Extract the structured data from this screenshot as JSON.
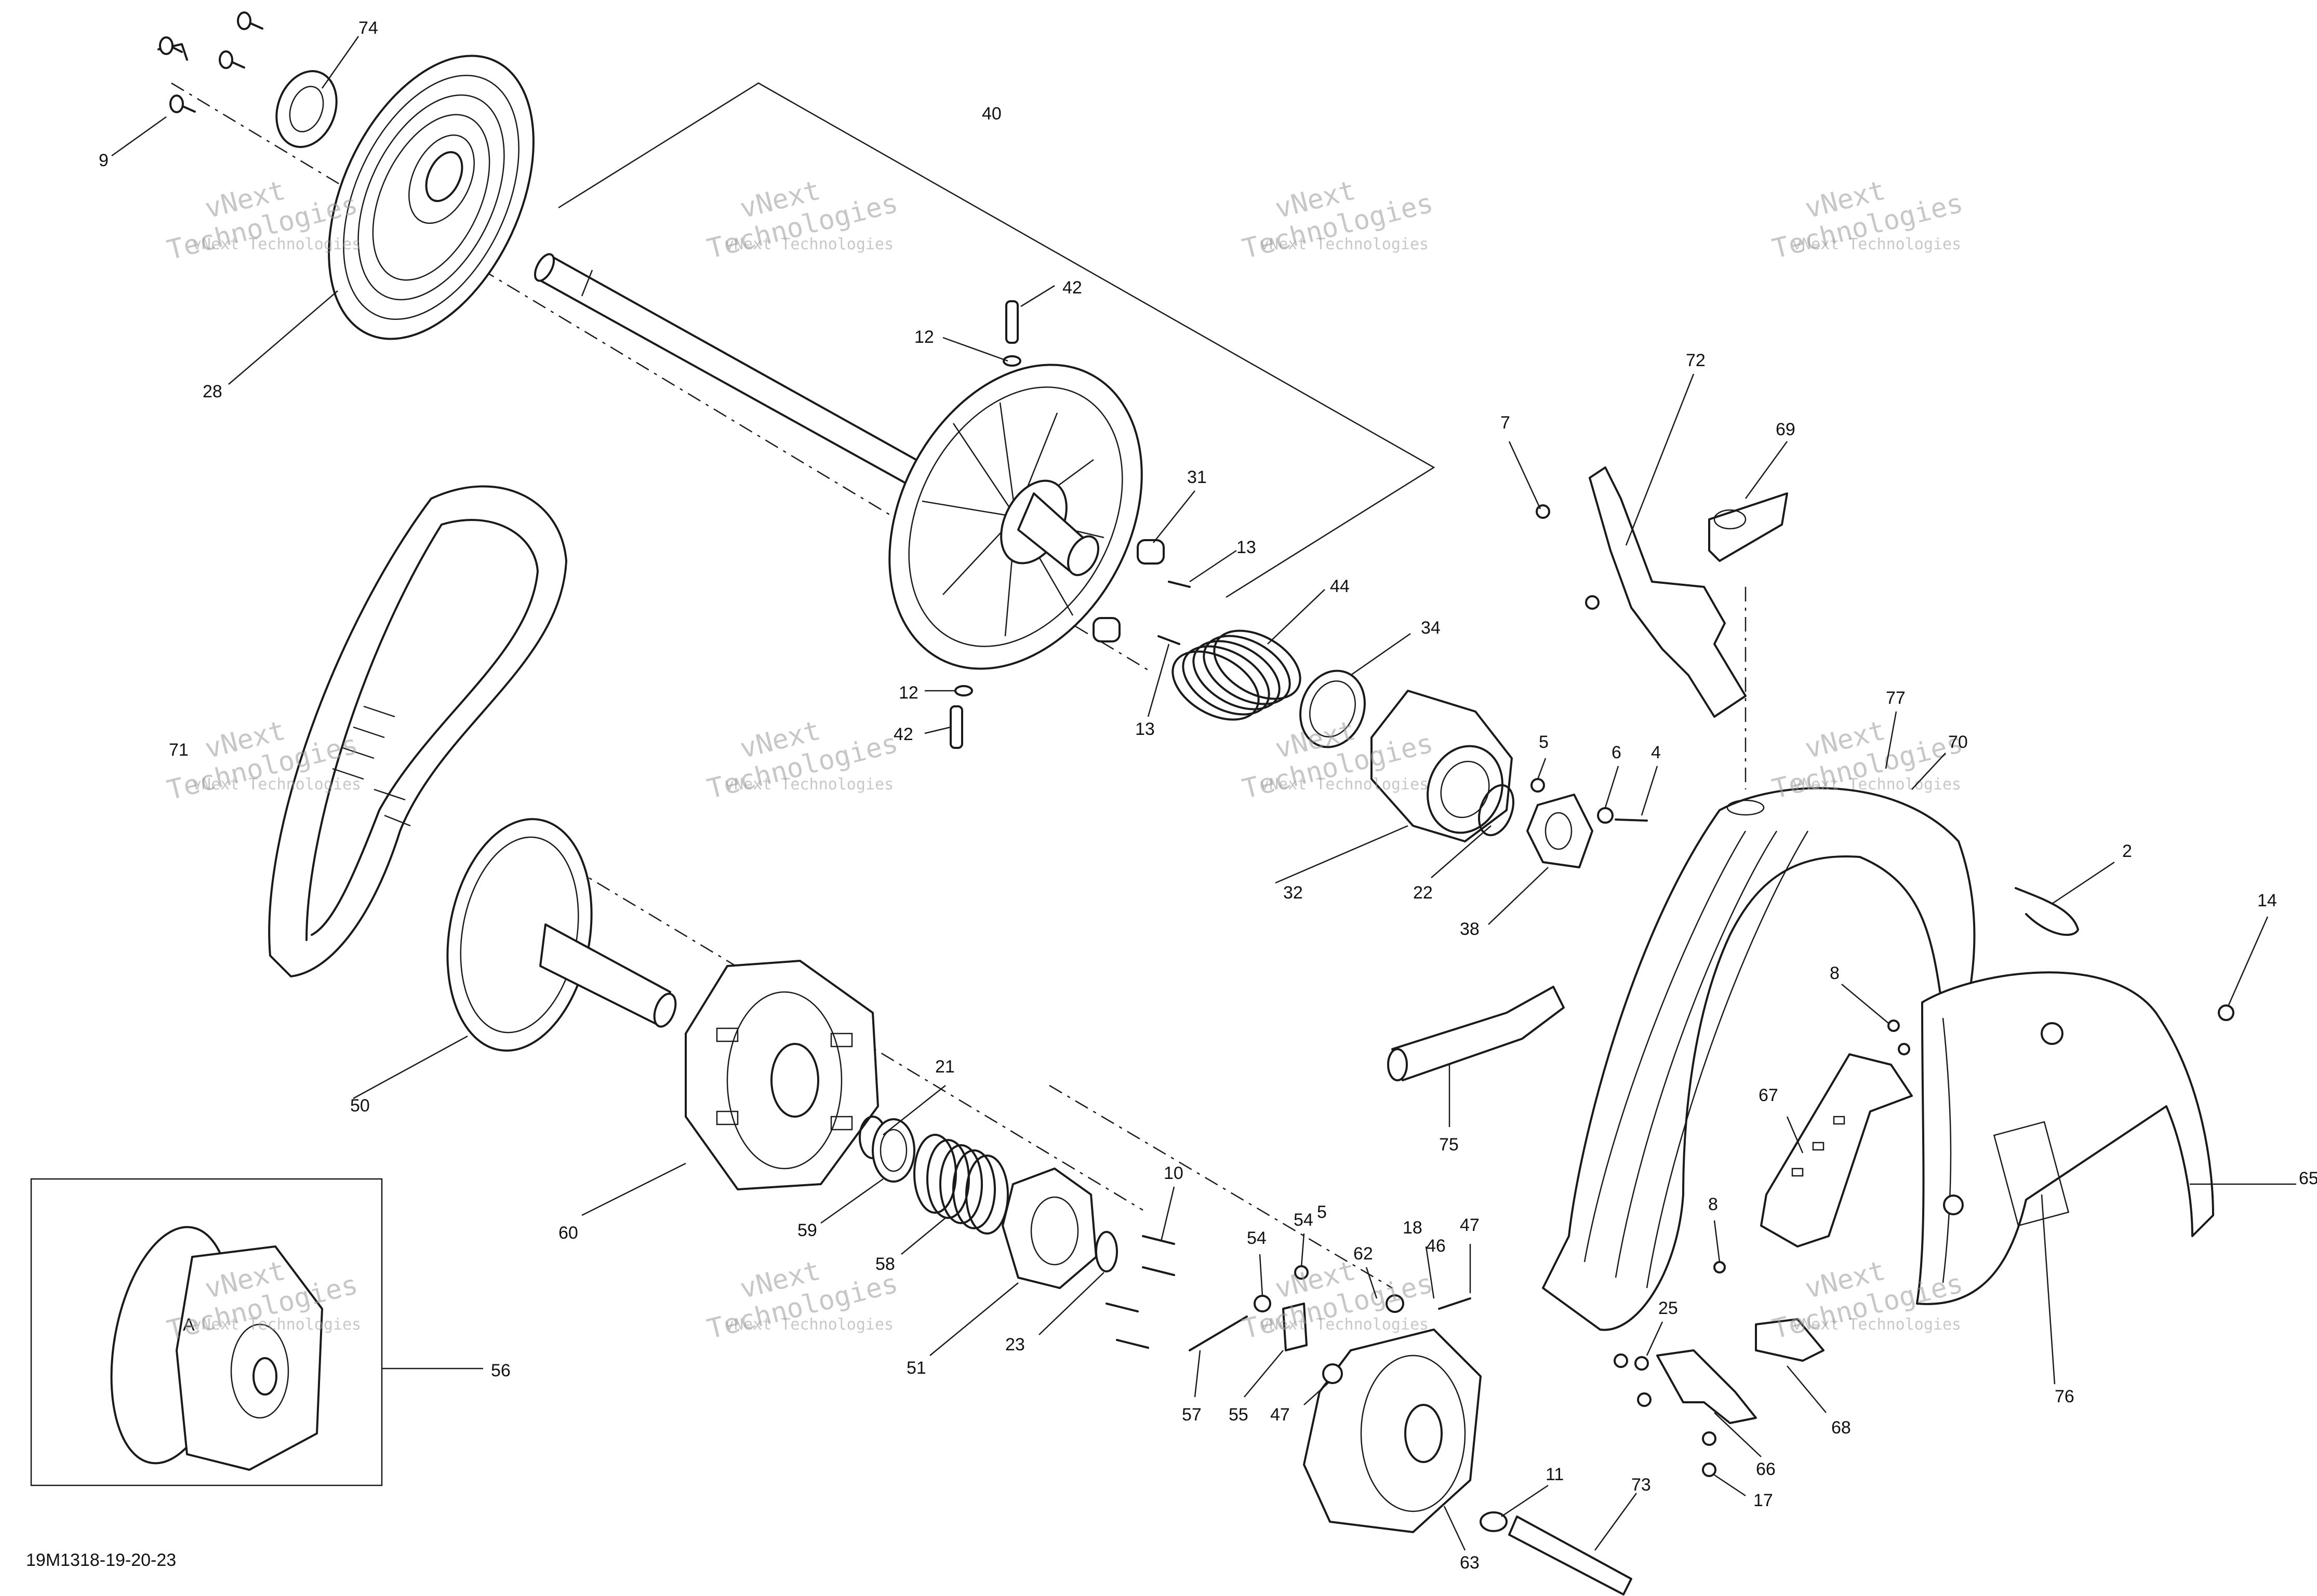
{
  "document_code": "19M1318-19-20-23",
  "watermark": {
    "line1": "vNext Technologies",
    "line2_a": "vNext",
    "line2_b": "Technologies"
  },
  "inset": {
    "reference_letter": "A"
  },
  "callouts": {
    "c74": "74",
    "c9": "9",
    "c28": "28",
    "c40": "40",
    "c42a": "42",
    "c12a": "12",
    "c31": "31",
    "c13a": "13",
    "c44": "44",
    "c34": "34",
    "c12b": "12",
    "c42b": "42",
    "c13b": "13",
    "c72": "72",
    "c7": "7",
    "c69": "69",
    "c71": "71",
    "c5a": "5",
    "c6": "6",
    "c4": "4",
    "c77": "77",
    "c70": "70",
    "c32": "32",
    "c22": "22",
    "c38": "38",
    "c2": "2",
    "c14": "14",
    "c8a": "8",
    "c50": "50",
    "c75": "75",
    "c21": "21",
    "c67": "67",
    "c65": "65",
    "c60": "60",
    "c59": "59",
    "c58": "58",
    "c10": "10",
    "c54": "54",
    "c5b": "5",
    "c62": "62",
    "c18": "18",
    "c46": "46",
    "c47a": "47",
    "c8b": "8",
    "c56": "56",
    "c51": "51",
    "c23": "23",
    "c57": "57",
    "c55": "55",
    "c47b": "47",
    "c25": "25",
    "c68": "68",
    "c76": "76",
    "c11": "11",
    "c66": "66",
    "c17": "17",
    "c73": "73",
    "c63": "63"
  }
}
